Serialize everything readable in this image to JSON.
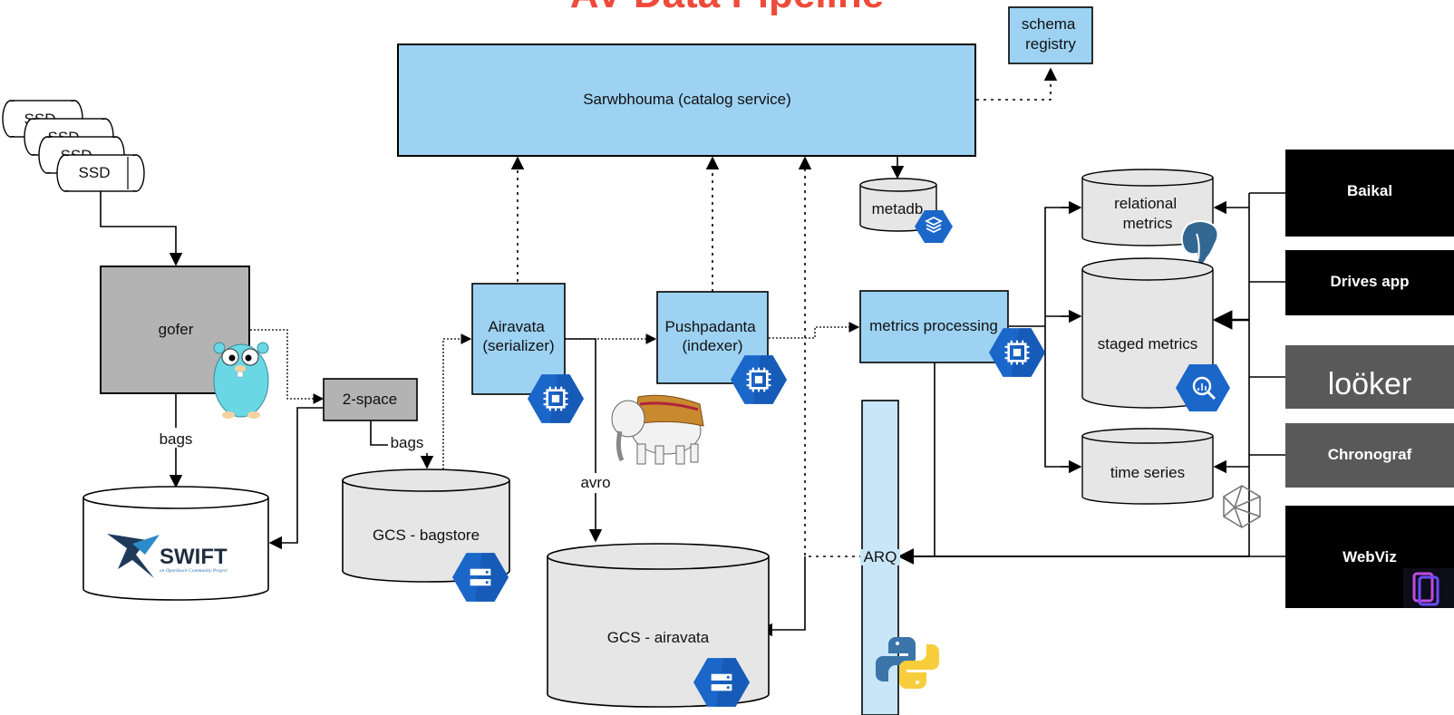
{
  "title": "AV Data Pipeline",
  "nodes": {
    "catalog": "Sarwbhouma (catalog service)",
    "schema_registry": [
      "schema",
      "registry"
    ],
    "ssd": [
      "SSD",
      "SSD",
      "SSD",
      "SSD"
    ],
    "gofer": "gofer",
    "two_space": "2-space",
    "airavata": [
      "Airavata",
      "(serializer)"
    ],
    "pushpadanta": [
      "Pushpadanta",
      "(indexer)"
    ],
    "metrics_processing": "metrics processing",
    "metadb": "metadb",
    "relational_metrics": [
      "relational",
      "metrics"
    ],
    "staged_metrics": "staged metrics",
    "time_series": "time series",
    "gcs_bagstore": "GCS - bagstore",
    "gcs_airavata": "GCS - airavata",
    "swift": "SWIFT",
    "swift_tagline": "an OpenStack Community Project",
    "arq": "ARQ"
  },
  "edge_labels": {
    "bags_gofer": "bags",
    "bags_2space": "bags",
    "avro": "avro"
  },
  "consumers": [
    {
      "label": "Baikal",
      "bg": "#000000"
    },
    {
      "label": "Drives app",
      "bg": "#000000"
    },
    {
      "label": "loöker",
      "bg": "#595959"
    },
    {
      "label": "Chronograf",
      "bg": "#595959"
    },
    {
      "label": "WebViz",
      "bg": "#000000"
    }
  ],
  "colors": {
    "service_box": "#9dd2f2",
    "gray_box": "#b3b3b3",
    "storage": "#e6e6e6",
    "gcp_icon": "#1a66c9",
    "title": "#ef4a3a"
  },
  "icons": [
    "gcp-compute-icon",
    "gcp-storage-icon",
    "gcp-bigquery-icon",
    "gcp-datastore-icon",
    "postgres-icon",
    "go-gopher-icon",
    "elephant-icon",
    "python-icon",
    "webviz-icon",
    "polyhedron-icon"
  ]
}
